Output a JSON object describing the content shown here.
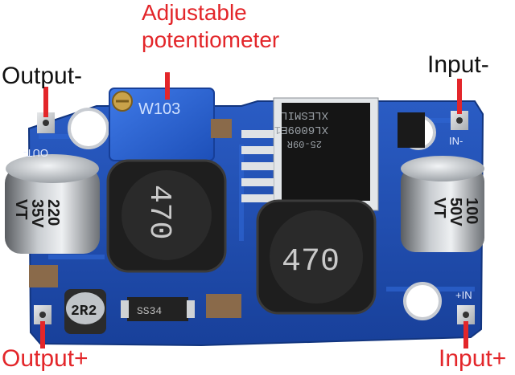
{
  "labels": {
    "adjustable_line1": "Adjustable",
    "adjustable_line2": "potentiometer",
    "output_minus": "Output-",
    "input_minus": "Input-",
    "output_plus": "Output+",
    "input_plus": "Input+"
  },
  "board": {
    "pot_marking": "W103",
    "chip_line1": "XLESMIL",
    "chip_line2": "XL6009E1",
    "chip_line3": "25-09R",
    "inductor_left": "470",
    "inductor_right": "470",
    "cap_left_line1": "220",
    "cap_left_line2": "35V",
    "cap_left_line3": "VT",
    "cap_right_line1": "100",
    "cap_right_line2": "50V",
    "cap_right_line3": "VT",
    "small_inductor": "2R2",
    "diode": "SS34",
    "silk_out": "OUT-",
    "silk_in_minus": "IN-",
    "silk_in_plus": "+IN"
  },
  "colors": {
    "label_red": "#e3262a",
    "label_black": "#111111",
    "pcb_blue": "#1f4fb0",
    "pot_blue": "#2f68d8"
  }
}
